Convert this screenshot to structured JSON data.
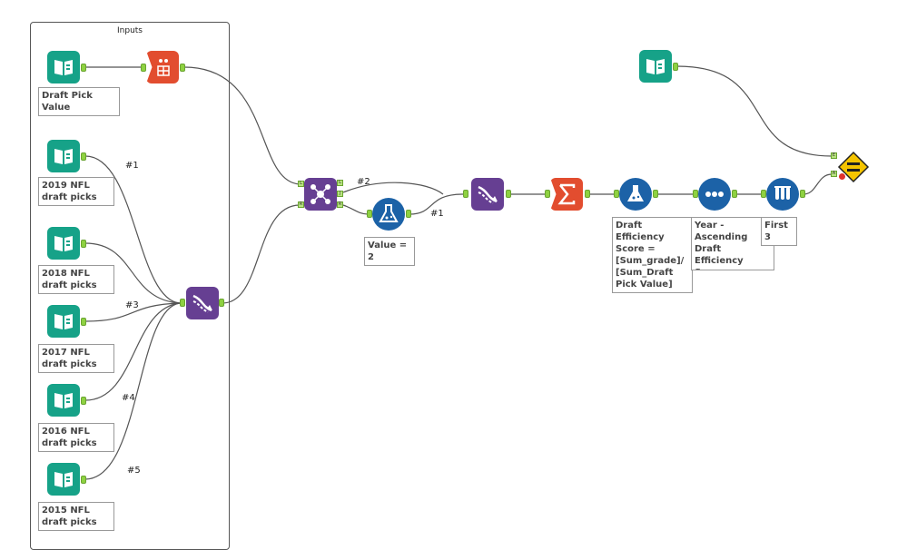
{
  "container": {
    "title": "Inputs"
  },
  "annotations": {
    "draft_pick_value": "Draft Pick Value",
    "nfl_2019": "2019 NFL draft picks",
    "nfl_2018": "2018 NFL draft picks",
    "nfl_2017": "2017 NFL draft picks",
    "nfl_2016": "2016 NFL draft picks",
    "nfl_2015": "2015 NFL draft picks",
    "filter_value": "Value = 2",
    "formula": "Draft Efficiency Score = [Sum_grade]/ [Sum_Draft Pick Value]",
    "sort": "Year - Ascending Draft Efficiency Score - Descending",
    "sample": "First 3"
  },
  "connection_labels": {
    "c1": "#1",
    "c3": "#3",
    "c4": "#4",
    "c5": "#5",
    "c2": "#2",
    "c1b": "#1"
  },
  "anchor_letters": {
    "join_l": "L",
    "join_r": "R",
    "join_out_l": "L",
    "join_out_j": "J",
    "join_out_r": "R",
    "test_e": "E",
    "test_a": "A"
  },
  "colors": {
    "input": "#16a288",
    "join": "#663f92",
    "union": "#663f92",
    "summarize": "#e24d2f",
    "formula": "#1c62a7",
    "test": "#f5c400"
  }
}
